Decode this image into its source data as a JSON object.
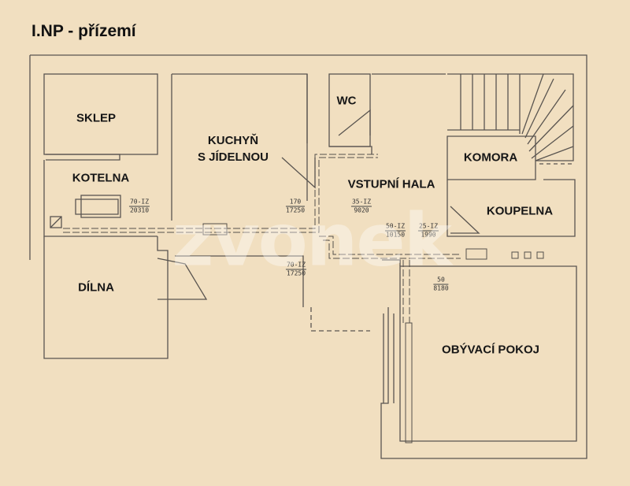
{
  "plan": {
    "title": "I.NP - přízemí",
    "rooms": {
      "sklep": "SKLEP",
      "kotelna": "KOTELNA",
      "dilna": "DÍLNA",
      "kuchyn_line1": "KUCHYŇ",
      "kuchyn_line2": "S JÍDELNOU",
      "wc": "WC",
      "vstupni_hala": "VSTUPNÍ HALA",
      "komora": "KOMORA",
      "koupelna": "KOUPELNA",
      "obyvaci_pokoj": "OBÝVACÍ POKOJ"
    },
    "dimensions": [
      {
        "top": "70-IZ",
        "bottom": "20310"
      },
      {
        "top": "170",
        "bottom": "17250"
      },
      {
        "top": "35-IZ",
        "bottom": "9020"
      },
      {
        "top": "50-IZ",
        "bottom": "10150"
      },
      {
        "top": "25-IZ",
        "bottom": "1990"
      },
      {
        "top": "70-IZ",
        "bottom": "17250"
      },
      {
        "top": "50",
        "bottom": "8180"
      }
    ],
    "watermark": "zvonek"
  },
  "colors": {
    "paper": "#f1dfc0",
    "line": "#555555",
    "text": "#161616"
  }
}
